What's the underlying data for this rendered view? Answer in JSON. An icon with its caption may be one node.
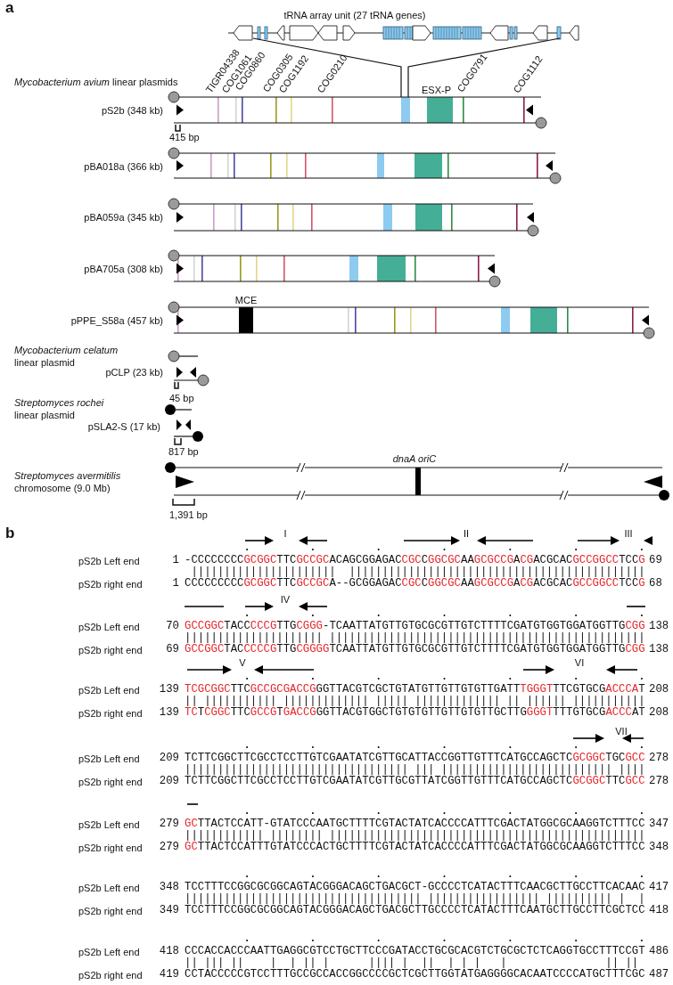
{
  "diagram": {
    "labels": [
      "a",
      "tRNA array unit (27 tRNA genes)",
      "*Mycobacterium avium* linear plasmids",
      "TIGR04338",
      "COG1061",
      "COG0860",
      "COG0305",
      "COG1192",
      "COG0210",
      "ESX-P",
      "COG0791",
      "COG1112",
      "pS2b (348 kb)",
      "415 bp",
      "pBA018a (366 kb)",
      "pBA059a (345 kb)",
      "pBA705a (308 kb)",
      "MCE",
      "pPPE_S58a (457 kb)",
      "*Mycobacterium celatum* linear plasmid",
      "pCLP (23 kb)",
      "45 bp",
      "*Streptomyces rochei* linear plasmid",
      "pSLA2-S (17 kb)",
      "817 bp",
      "dnaA oriC",
      "*Streptomyces avermitilis* chromosome (9.0 Mb)",
      "1,391 bp",
      "b",
      "I",
      "II",
      "III",
      "pS2b Left end",
      "1",
      "-CCCCCCCC**GCGGC**TTC**GCCGC**ACAGCGGAGAC**CGC**C**GGCGC**AA**GCGCCG**A**CG**ACGCAC**GCCGGCC**TCC**G**",
      "69",
      " ||||||||||||||||||||||  |||||||||||||||||||||||||||||||||||||||||||||",
      "pS2b right end",
      "1",
      "CCCCCCCCC**GCGGC**TTC**GCCGC**A--GCGGAGAC**CGC**C**GGCGC**AA**GCGCCG**A**CG**ACGCAC**GCCGGCC**TCC**G**",
      "68",
      "IV",
      "pS2b Left end",
      "70",
      "**GCCGGC**TACC**CCCG**TTG**CGGG**-TCAATTATGTTGTGCGCGTTGTCTTTTCGATGTGGTGGATGGTTG**CGG**",
      "138",
      "||||||||||||||||||||| ||||||||||||||||||||||||||||||||||||||||||||||||",
      "pS2b right end",
      "69",
      "**GCCGGC**TAC**CCCCG**TTG**CGGGG**TCAATTATGTTGTGCGCGTTGTCTTTTCGATGTGGTGGATGGTTG**CGG**",
      "138",
      "V",
      "VI",
      "pS2b Left end",
      "139",
      "**TCGCGGC**TTC**GCCGCGACCG**GGTTACGTCGCTGTATGTTGTTGTGTTGATT**TGGGT**TTCGTGCG**ACCCA**T",
      "208",
      "|| ||||||||||| ||||||||||||| ||||| ||||||||||||| || |||||| |||||||||||",
      "pS2b right end",
      "139",
      "**TC**T**CGGC**TTC**GCCG**T**GACCG**GGTTACGTGGCTGTGTGTTGTTGTGTTGCTTG**GGGT**TTTGTGCG**ACCC**AT",
      "208",
      "VII",
      "pS2b Left end",
      "209",
      "TCTTCGGCTTCGCCTCCTTGTCGAATATCGTTGCATTACCGGTTGTTTCATGCCAGCTC**GCGGC**TGC**GCC**",
      "278",
      "|||||||||||||||||||||||||||||||||| ||| |||||||||||||||||||||||||| ||||",
      "pS2b right end",
      "209",
      "TCTTCGGCTTCGCCTCCTTGTCGAATATCGTTGCGTTATCGGTTGTTTCATGCCAGCTC**GCGGC**TTC**GCC**",
      "278",
      "pS2b Left end",
      "279",
      "**GC**TTACTCCATT-GTATCCCAATGCTTTTCGTACTATCACCCCATTTCGACTATGGCGCAAGGTCTTTCC",
      "347",
      "|||||||||||| |||||||| ||||||||||||||||||||||||||||||||||||||||||||||||",
      "pS2b right end",
      "279",
      "**GC**TTACTCCATTTGTATCCCACTGCTTTTCGTACTATCACCCCATTTCGACTATGGCGCAAGGTCTTTCC",
      "348",
      "pS2b Left end",
      "348",
      "TCCTTTCCGGCGCGGCAGTACGGGACAGCTGACGCT-GCCCCTCATACTTTCAACGCTTGCCTTCACAAC",
      "417",
      "|||||||||||||||||||||||||||||||||||| ||||||||||||||||| |||||||||| |  |",
      "pS2b right end",
      "349",
      "TCCTTTCCGGCGCGGCAGTACGGGACAGCTGACGCTTGCCCCTCATACTTTCAATGCTTGCCTTCGCTCC",
      "418",
      "pS2b Left end",
      "418",
      "CCCACCACCCAATTGAGGCGTCCTGCTTCCCGATACCTGCGCACGTCTGCGCTCTCAGGTGCCTTTCCGT",
      "486",
      "|| ||| ||    |  | || |      |||| |  ||  | | |   |               || || ",
      "pS2b right end",
      "419",
      "CCTACCCCCGTCCTTTGCCGCCACCGGCCCCGCTCGCTTGGTATGAGGGGCACAATCCCCATGCTTTCGC",
      "487"
    ]
  }
}
